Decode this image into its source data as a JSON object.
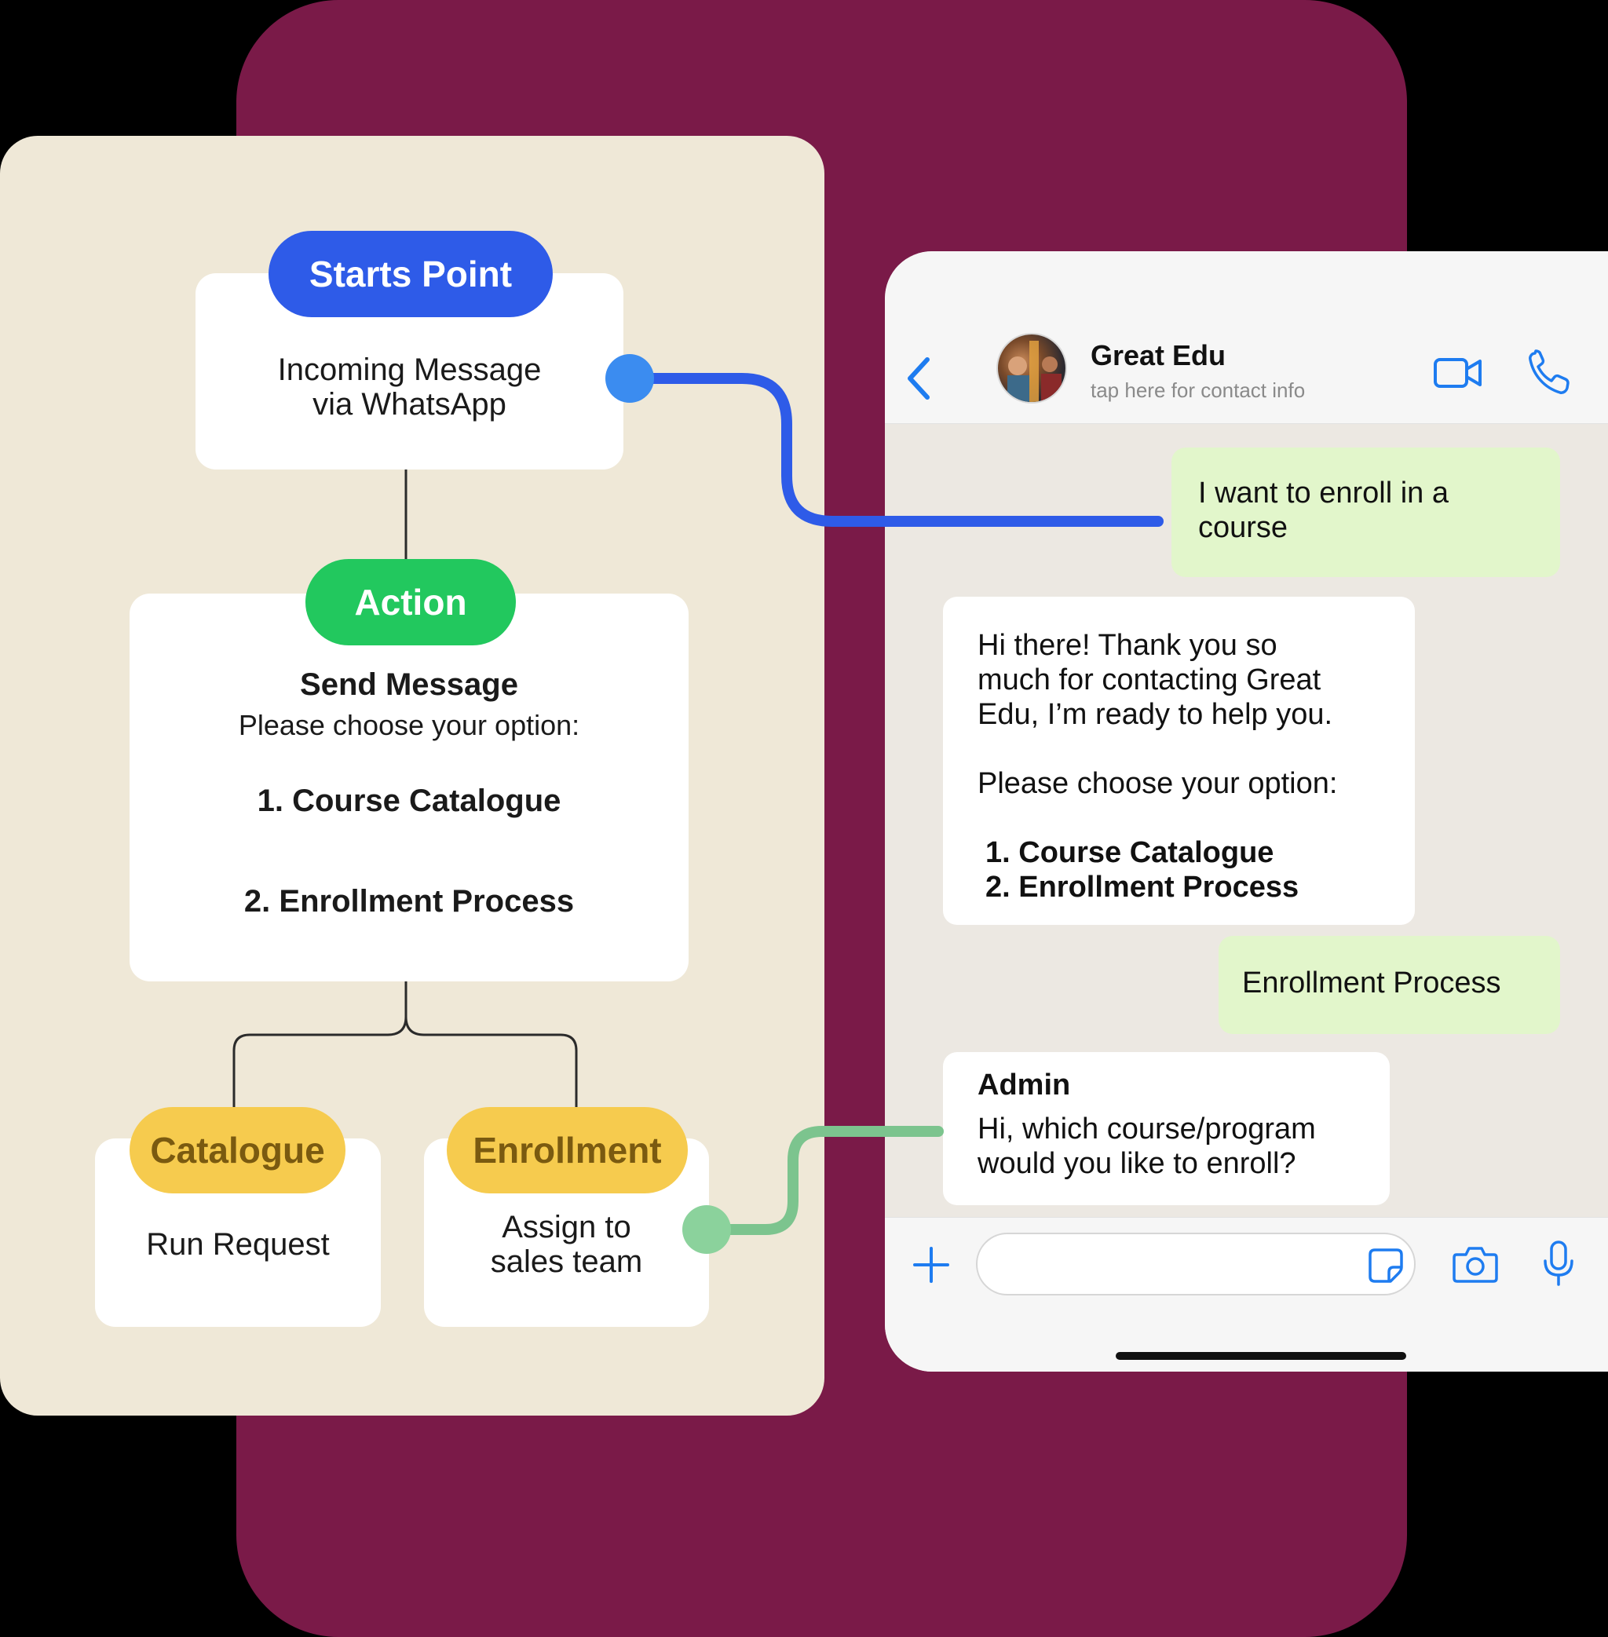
{
  "flow": {
    "start": {
      "badge": "Starts Point",
      "text_line1": "Incoming Message",
      "text_line2": "via WhatsApp"
    },
    "action": {
      "badge": "Action",
      "title": "Send Message",
      "subtitle": "Please choose your option:",
      "option1": "1. Course Catalogue",
      "option2": "2. Enrollment Process"
    },
    "catalogue": {
      "badge": "Catalogue",
      "text": "Run Request"
    },
    "enrollment": {
      "badge": "Enrollment",
      "text_line1": "Assign to",
      "text_line2": "sales team"
    }
  },
  "chat": {
    "contact_name": "Great Edu",
    "contact_subtitle": "tap here for contact info",
    "messages": {
      "m1": {
        "line1": "I want to enroll in a",
        "line2": "course"
      },
      "m2": {
        "line1": "Hi there! Thank you so",
        "line2": "much for contacting Great",
        "line3": "Edu, I’m ready to help you.",
        "line4": "Please choose your option:",
        "opt1": "1. Course Catalogue",
        "opt2": "2. Enrollment Process"
      },
      "m3": {
        "text": "Enrollment Process"
      },
      "m4": {
        "sender": "Admin",
        "line1": "Hi, which course/program",
        "line2": "would you like to enroll?"
      }
    }
  },
  "colors": {
    "maroon": "#7A1A48",
    "panel": "#EFE8D7",
    "blue": "#2E5BE8",
    "green": "#22C85E",
    "yellow": "#F6CB4E",
    "wa_blue": "#1E7CF0",
    "out_bubble": "#E2F6CB",
    "connector_green": "#7CC48E"
  },
  "icons": [
    "back-chevron-icon",
    "video-call-icon",
    "phone-icon",
    "plus-icon",
    "sticker-icon",
    "camera-icon",
    "microphone-icon"
  ]
}
